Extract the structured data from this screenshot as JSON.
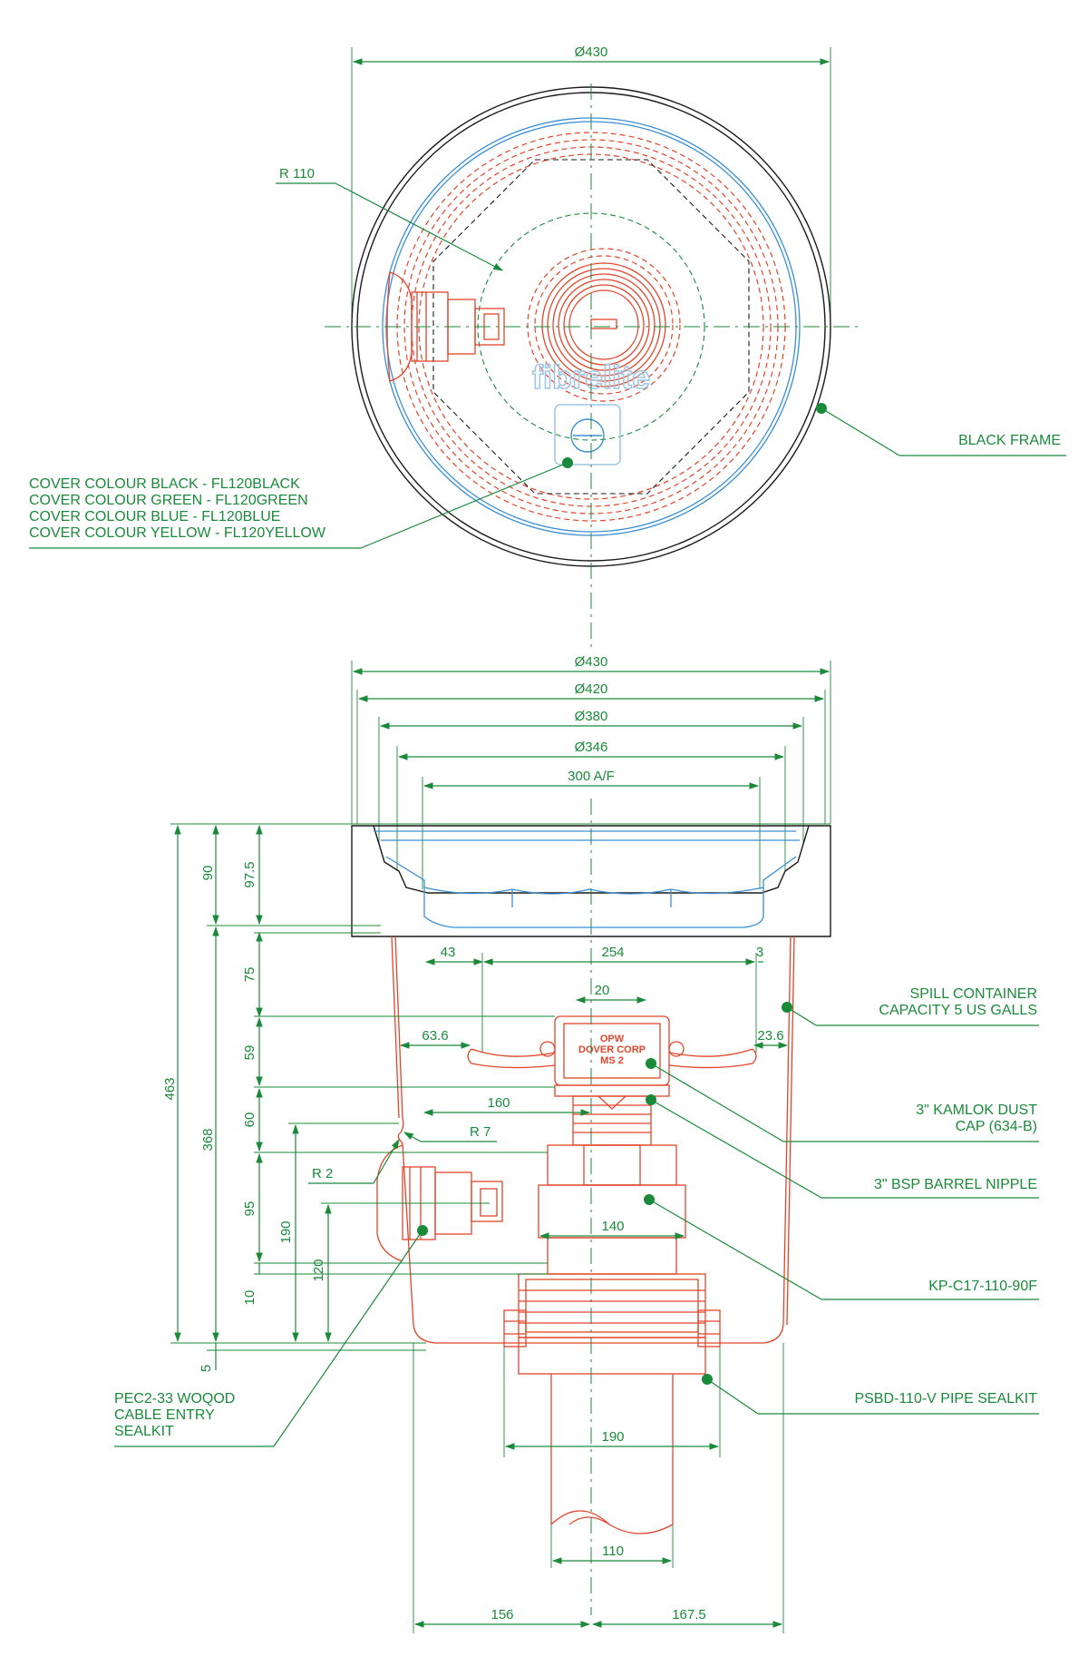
{
  "top_view": {
    "diameter": "Ø430",
    "radius": "R 110",
    "logo": "fibrelite",
    "black_frame_label": "BLACK FRAME",
    "cover_colours": [
      "COVER COLOUR BLACK - FL120BLACK",
      "COVER COLOUR GREEN - FL120GREEN",
      "COVER COLOUR BLUE - FL120BLUE",
      "COVER COLOUR YELLOW - FL120YELLOW"
    ]
  },
  "section_view": {
    "d430": "Ø430",
    "d420": "Ø420",
    "d380": "Ø380",
    "d346": "Ø346",
    "af300": "300 A/F",
    "h463": "463",
    "h368": "368",
    "h90": "90",
    "h97_5": "97.5",
    "h75": "75",
    "h59": "59",
    "h60": "60",
    "h95": "95",
    "h10": "10",
    "h5": "5",
    "h190": "190",
    "h120": "120",
    "d43": "43",
    "d254": "254",
    "d3": "3",
    "d20": "20",
    "d63_6": "63.6",
    "d23_6": "23.6",
    "d160": "160",
    "r7": "R 7",
    "r2": "R 2",
    "d140": "140",
    "d190": "190",
    "d110": "110",
    "d156": "156",
    "d167_5": "167.5",
    "cap_text_1": "OPW",
    "cap_text_2": "DOVER CORP",
    "cap_text_3": "MS 2",
    "labels": {
      "spill_container": [
        "SPILL CONTAINER",
        "CAPACITY 5 US GALLS"
      ],
      "kamlok": [
        "3\" KAMLOK DUST",
        "CAP (634-B)"
      ],
      "barrel_nipple": "3\" BSP BARREL NIPPLE",
      "kp": "KP-C17-110-90F",
      "psbd": "PSBD-110-V PIPE SEALKIT",
      "pec": [
        "PEC2-33 WOQOD",
        "CABLE ENTRY",
        "SEALKIT"
      ]
    }
  },
  "colors": {
    "dimension_green": "#1a8a3a",
    "component_red": "#e2452b",
    "cover_blue": "#3a8fd6",
    "frame_black": "#1a1a1a"
  }
}
